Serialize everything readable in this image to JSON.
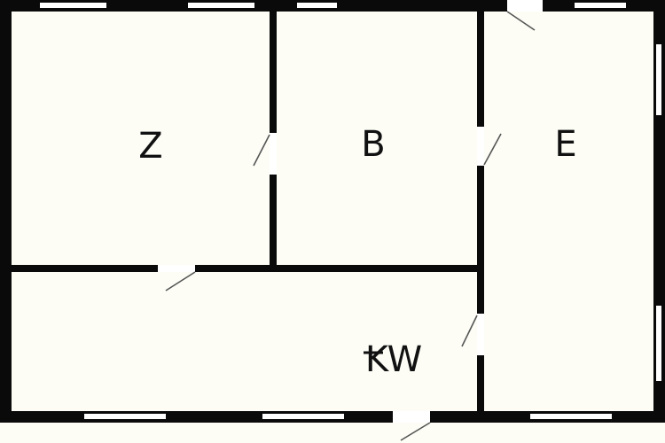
{
  "floorplan": {
    "rooms": [
      {
        "key": "z",
        "label": "Z"
      },
      {
        "key": "b",
        "label": "B"
      },
      {
        "key": "e",
        "label": "E"
      },
      {
        "key": "kw",
        "label": "KW"
      }
    ],
    "colors": {
      "wall": "#0a0a0a",
      "floor": "#fdfdf6",
      "opening": "#ffffff",
      "door_swing": "#555555"
    }
  }
}
